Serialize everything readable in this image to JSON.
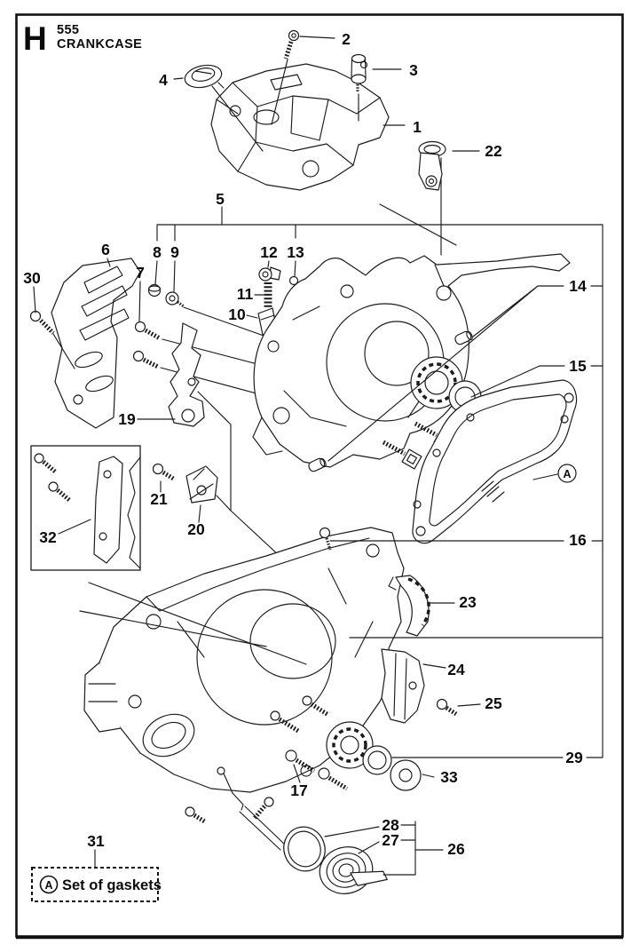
{
  "header": {
    "section_letter": "H",
    "model": "555",
    "title": "CRANKCASE"
  },
  "marker_a": "A",
  "gasket_box": {
    "symbol": "A",
    "label": "Set of gaskets"
  },
  "callouts": {
    "c1": "1",
    "c2": "2",
    "c3": "3",
    "c4": "4",
    "c5": "5",
    "c6": "6",
    "c7": "7",
    "c8": "8",
    "c9": "9",
    "c10": "10",
    "c11": "11",
    "c12": "12",
    "c13": "13",
    "c14": "14",
    "c15": "15",
    "c16": "16",
    "c17": "17",
    "c19": "19",
    "c20": "20",
    "c21": "21",
    "c22": "22",
    "c23": "23",
    "c24": "24",
    "c25": "25",
    "c26": "26",
    "c27": "27",
    "c28": "28",
    "c29": "29",
    "c30": "30",
    "c31": "31",
    "c32": "32",
    "c33": "33"
  }
}
